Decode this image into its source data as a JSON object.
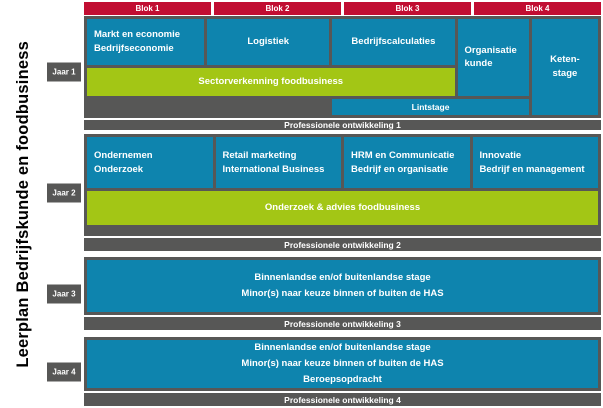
{
  "title": "Leerplan Bedrijfskunde en foodbusiness",
  "colors": {
    "red": "#C10E32",
    "blue": "#0E84AE",
    "green": "#A3C615",
    "gray": "#575756",
    "white": "#FFFFFF"
  },
  "header": {
    "blok1": "Blok 1",
    "blok2": "Blok 2",
    "blok3": "Blok 3",
    "blok4": "Blok 4"
  },
  "year1": {
    "label": "Jaar 1",
    "markt_economie": "Markt en economie\nBedrijfseconomie",
    "logistiek": "Logistiek",
    "bedrijfscalculaties": "Bedrijfscalculaties",
    "organisatiekunde": "Organisatie\nkunde",
    "ketenstage": "Keten-\nstage",
    "sectorverkenning": "Sectorverkenning foodbusiness",
    "lintstage": "Lintstage",
    "po": "Professionele ontwikkeling 1"
  },
  "year2": {
    "label": "Jaar 2",
    "ondernemen_onderzoek": "Ondernemen\nOnderzoek",
    "retail_international": "Retail marketing\nInternational Business",
    "hrm_communicatie": "HRM en Communicatie\nBedrijf en organisatie",
    "innovatie_management": "Innovatie\nBedrijf en management",
    "onderzoek_advies": "Onderzoek & advies foodbusiness",
    "po": "Professionele ontwikkeling 2"
  },
  "year3": {
    "label": "Jaar 3",
    "stage": "Binnenlandse en/of buitenlandse stage\nMinor(s) naar keuze binnen of buiten de HAS",
    "po": "Professionele ontwikkeling 3"
  },
  "year4": {
    "label": "Jaar 4",
    "stage": "Binnenlandse en/of buitenlandse stage\nMinor(s) naar keuze binnen of buiten de HAS\nBeroepsopdracht",
    "po": "Professionele ontwikkeling 4"
  }
}
